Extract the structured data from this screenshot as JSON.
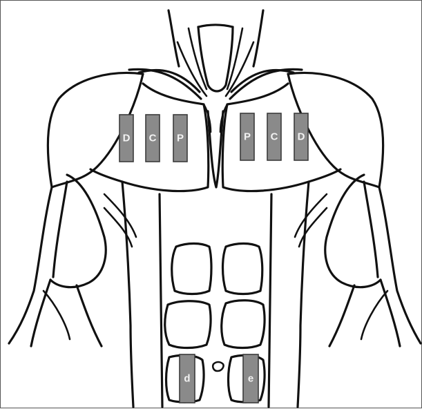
{
  "colors": {
    "pad_fill": "#8a8a8a",
    "pad_stroke": "#3a3a3a",
    "label": "#f2f2f2",
    "outline": "#111111"
  },
  "electrodes": {
    "right_chest": {
      "d": "D",
      "c": "C",
      "p": "P"
    },
    "left_chest": {
      "p": "P",
      "c": "C",
      "d": "D"
    },
    "abdomen": {
      "left": "d",
      "right": "e"
    }
  }
}
